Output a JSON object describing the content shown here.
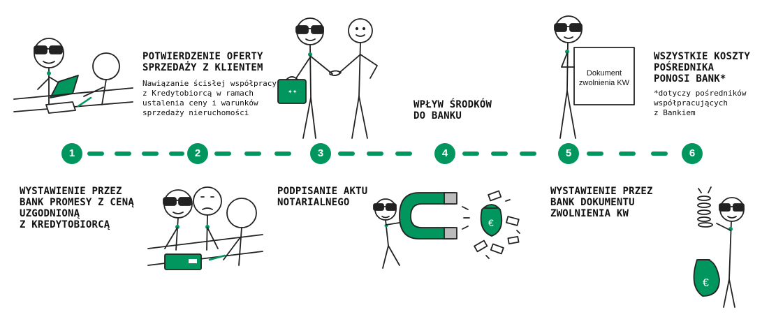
{
  "accent_color": "#00965e",
  "steps": [
    {
      "number": "1",
      "title": "WYSTAWIENIE PRZEZ\nBANK PROMESY Z CENĄ\nUZGODNIONĄ\nZ KREDYTOBIORCĄ"
    },
    {
      "number": "2",
      "title": "POTWIERDZENIE OFERTY\nSPRZEDAŻY Z KLIENTEM",
      "description": "Nawiązanie ścisłej współpracy\nz Kredytobiorcą w ramach\nustalenia ceny i warunków\nsprzedaży nieruchomości"
    },
    {
      "number": "3",
      "title": "PODPISANIE AKTU\nNOTARIALNEGO"
    },
    {
      "number": "4",
      "title": "WPŁYW ŚRODKÓW\nDO BANKU"
    },
    {
      "number": "5",
      "title": "WYSTAWIENIE PRZEZ\nBANK DOKUMENTU\nZWOLNIENIA KW",
      "sign_line1": "Dokument",
      "sign_line2": "zwolnienia KW"
    },
    {
      "number": "6",
      "title": "WSZYSTKIE KOSZTY\nPOŚREDNIKA\nPONOSI BANK*",
      "description": "*dotyczy pośredników\nwspółpracujących\nz Bankiem"
    }
  ],
  "icons": [
    "meeting-illustration-icon",
    "handshake-illustration-icon",
    "signing-illustration-icon",
    "magnet-money-illustration-icon",
    "document-sign-illustration-icon",
    "money-bag-illustration-icon"
  ]
}
